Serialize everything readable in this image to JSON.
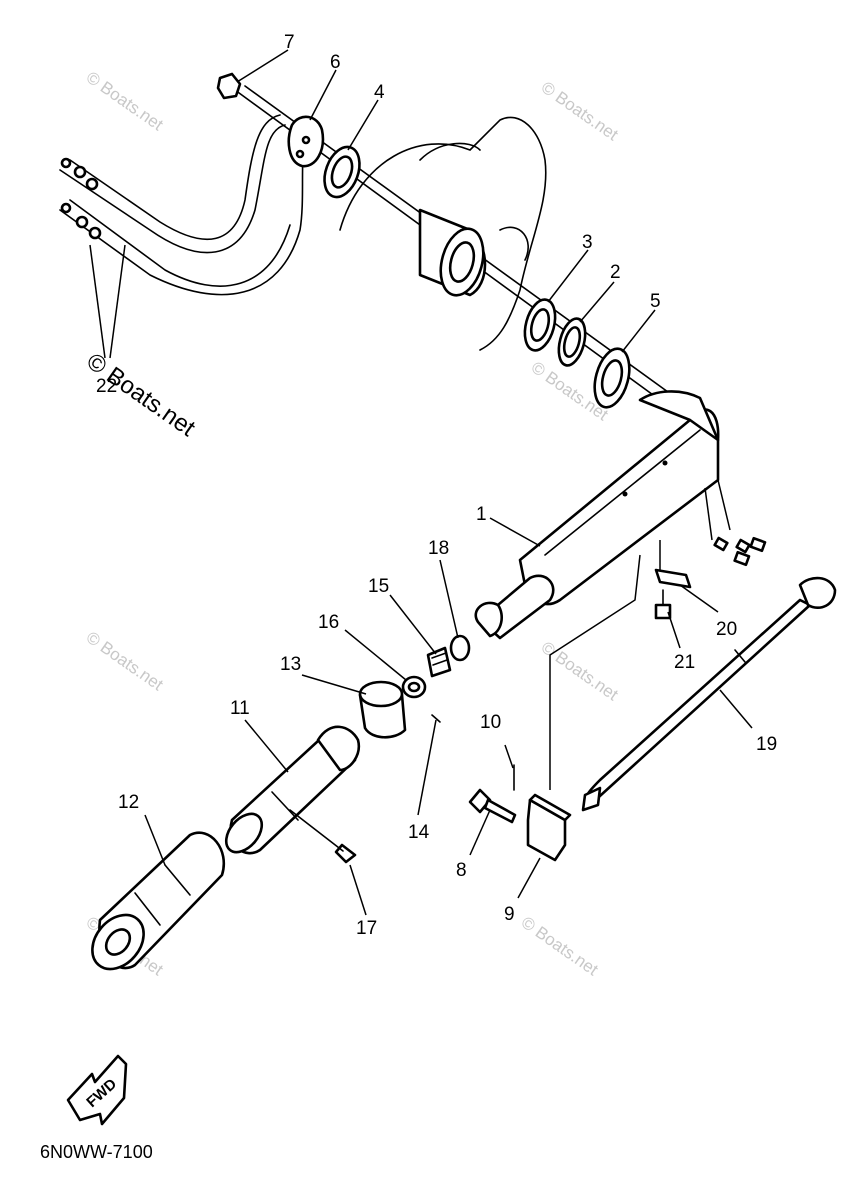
{
  "diagram_code": "6N0WW-7100",
  "fwd_label": "FWD",
  "watermark_text": "© Boats.net",
  "callouts": {
    "c1": "1",
    "c2": "2",
    "c3": "3",
    "c4": "4",
    "c5": "5",
    "c6": "6",
    "c7": "7",
    "c8": "8",
    "c9": "9",
    "c10": "10",
    "c11": "11",
    "c12": "12",
    "c13": "13",
    "c14": "14",
    "c15": "15",
    "c16": "16",
    "c17": "17",
    "c18": "18",
    "c19": "19",
    "c20": "20",
    "c21": "21",
    "c22": "22"
  },
  "colors": {
    "line": "#000000",
    "watermark": "#c8c8c8",
    "background": "#ffffff"
  }
}
